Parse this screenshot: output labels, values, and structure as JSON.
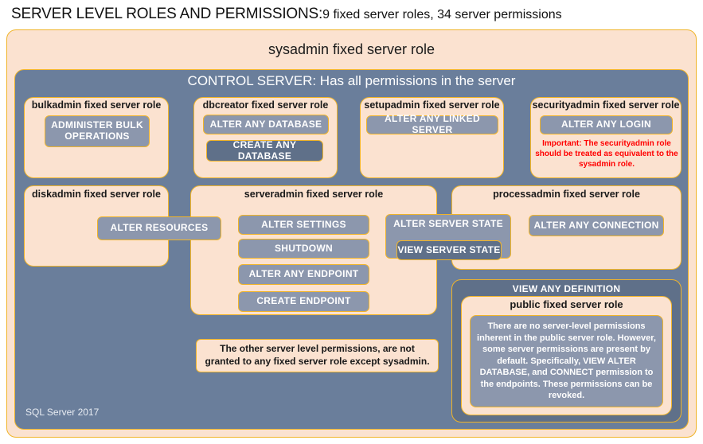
{
  "title": {
    "main": "SERVER LEVEL ROLES AND PERMISSIONS:",
    "subtitle": "9 fixed server roles, 34 server permissions"
  },
  "outer": {
    "sysadmin_label": "sysadmin fixed server role",
    "control_server_label": "CONTROL SERVER: Has all permissions in the server",
    "version_label": "SQL Server 2017"
  },
  "roles": {
    "bulkadmin": {
      "label": "bulkadmin fixed server role",
      "permissions": [
        "ADMINISTER  BULK OPERATIONS"
      ]
    },
    "dbcreator": {
      "label": "dbcreator fixed server role",
      "permissions": [
        "ALTER ANY DATABASE",
        "CREATE  ANY DATABASE"
      ]
    },
    "setupadmin": {
      "label": "setupadmin fixed server role",
      "permissions": [
        "ALTER ANY LINKED SERVER"
      ]
    },
    "securityadmin": {
      "label": "securityadmin fixed server role",
      "permissions": [
        "ALTER ANY LOGIN"
      ],
      "note": "Important:  The securityadmin role should  be treated as equivalent to the sysadmin role."
    },
    "diskadmin": {
      "label": "diskadmin fixed server role",
      "permissions": [
        "ALTER RESOURCES"
      ]
    },
    "serveradmin": {
      "label": "serveradmin fixed server role",
      "permissions": [
        "ALTER SETTINGS",
        "SHUTDOWN",
        "ALTER ANY ENDPOINT",
        "CREATE  ENDPOINT",
        "ALTER SERVER  STATE",
        "VIEW SERVER  STATE"
      ]
    },
    "processadmin": {
      "label": "processadmin fixed server role",
      "permissions": [
        "ALTER ANY CONNECTION"
      ]
    },
    "public": {
      "view_any_definition": "VIEW ANY DEFINITION",
      "label": "public  fixed server role",
      "note": "There are no server-level permissions inherent in the public server role. However, some server permissions are present by default. Specifically, VIEW ALTER DATABASE, and CONNECT permission to the endpoints. These permissions can be revoked."
    }
  },
  "notes": {
    "other_permissions": "The other server level permissions,  are not granted to any fixed server role except sysadmin."
  },
  "colors": {
    "peach": "#fbe2d0",
    "gold_border": "#f0b429",
    "slate_blue": "#6a7e9b",
    "permission_blue": "#8c97ad",
    "permission_dark_blue": "#5f7089",
    "warning_red": "#ff0000"
  }
}
